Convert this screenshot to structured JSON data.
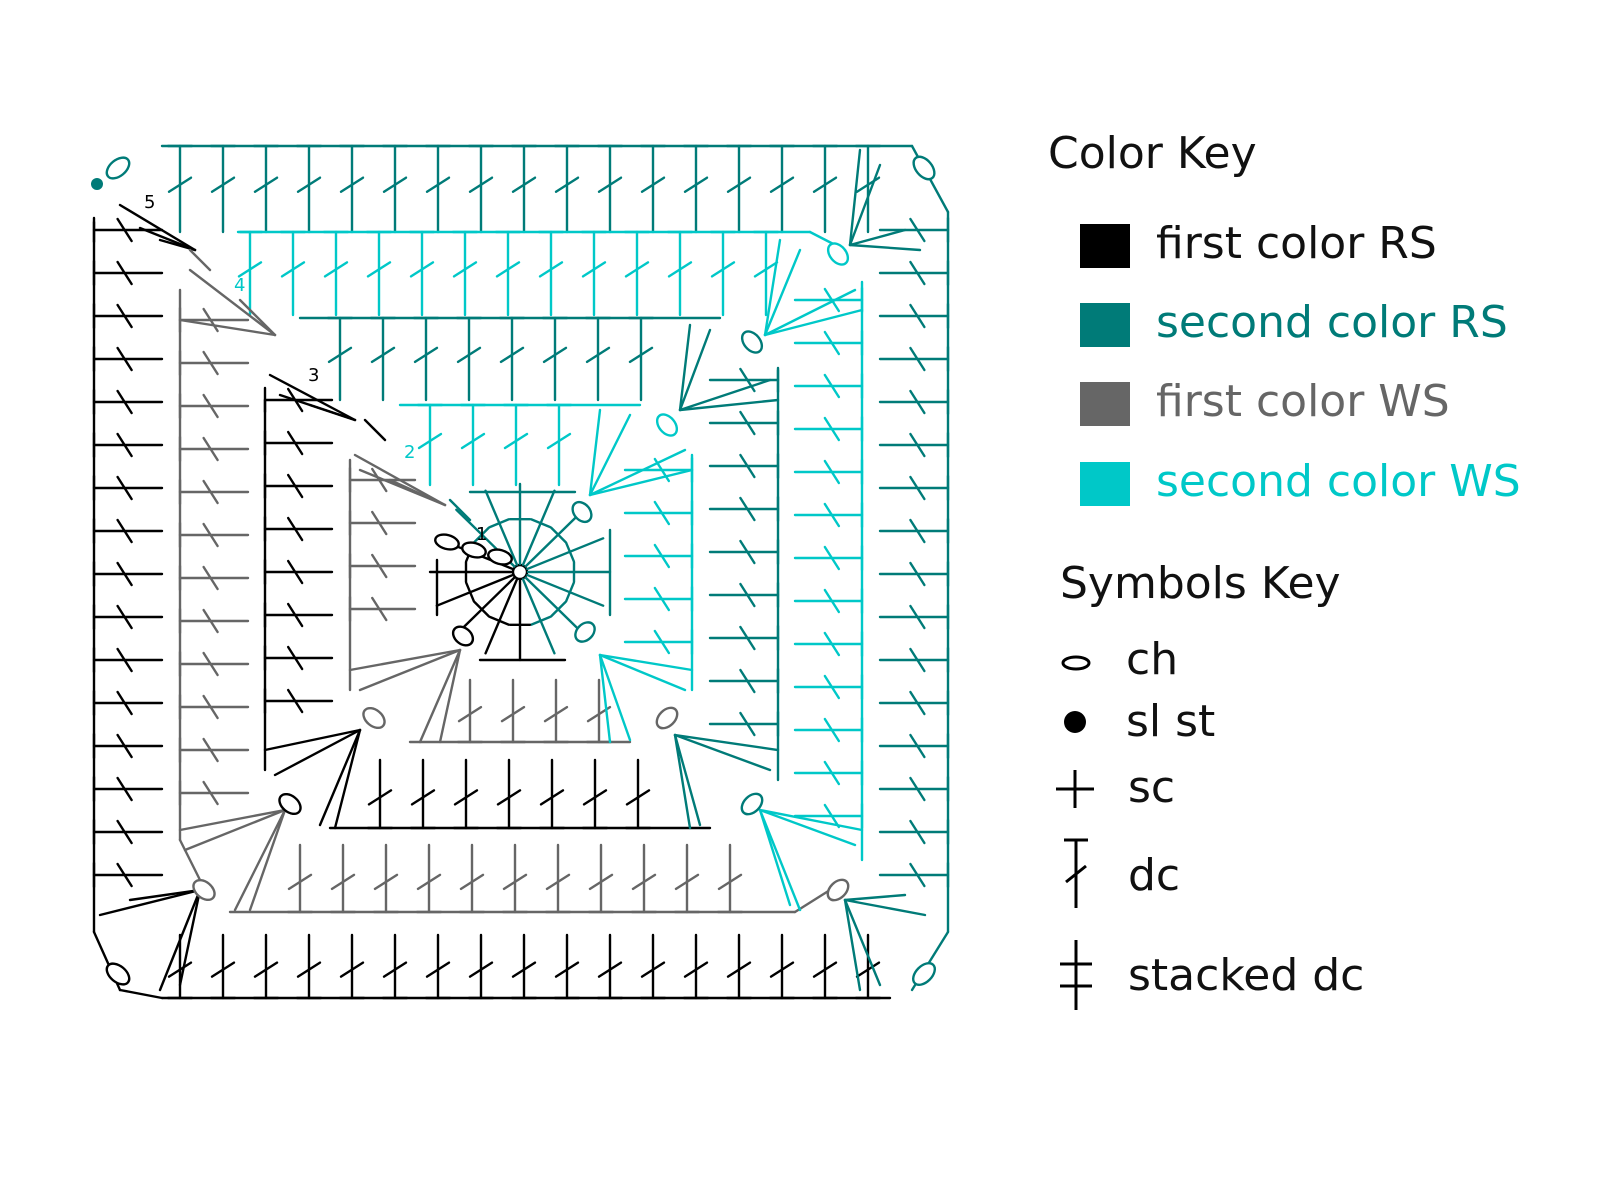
{
  "colors": {
    "first_rs": "#000000",
    "second_rs": "#007b78",
    "first_ws": "#666666",
    "second_ws": "#00c8c8"
  },
  "round_labels": [
    "1",
    "2",
    "3",
    "4",
    "5"
  ],
  "color_key": {
    "title": "Color Key",
    "items": [
      {
        "label": "first color RS",
        "color": "#000000",
        "text_color": "#111111"
      },
      {
        "label": "second color RS",
        "color": "#007b78",
        "text_color": "#007b78"
      },
      {
        "label": "first color WS",
        "color": "#666666",
        "text_color": "#666666"
      },
      {
        "label": "second color WS",
        "color": "#00c8c8",
        "text_color": "#00c8c8"
      }
    ]
  },
  "symbols_key": {
    "title": "Symbols Key",
    "items": [
      {
        "label": "ch",
        "icon": "chain-oval-icon"
      },
      {
        "label": "sl st",
        "icon": "slip-stitch-dot-icon"
      },
      {
        "label": "sc",
        "icon": "single-crochet-plus-icon"
      },
      {
        "label": "dc",
        "icon": "double-crochet-icon"
      },
      {
        "label": "stacked dc",
        "icon": "stacked-double-crochet-icon"
      }
    ]
  }
}
